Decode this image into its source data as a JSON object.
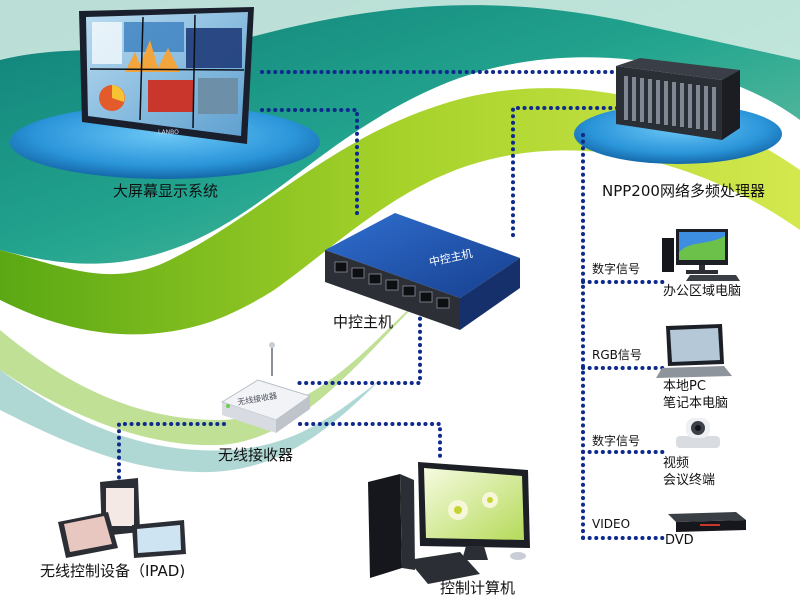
{
  "labels": {
    "video_wall": "大屏幕显示系统",
    "processor": "NPP200网络多频处理器",
    "central_host": "中控主机",
    "wireless_receiver": "无线接收器",
    "wireless_device": "无线控制设备（IPAD)",
    "control_computer": "控制计算机",
    "office_pc": "办公区域电脑",
    "laptop": "本地PC\n笔记本电脑",
    "video_conf": "视频\n会议终端",
    "dvd": "DVD"
  },
  "signals": {
    "digital_1": "数字信号",
    "rgb": "RGB信号",
    "digital_2": "数字信号",
    "video": "VIDEO"
  },
  "device_text": {
    "switch_badge": "中控主机",
    "receiver_text": "无线接收器",
    "wall_brand": "LANBO"
  },
  "colors": {
    "link": "#0d2a8c",
    "switch_body": "#1f58b8",
    "platform": "#2da0e6",
    "wave_green": "#7ec11e",
    "wave_teal": "#1a8f86"
  }
}
